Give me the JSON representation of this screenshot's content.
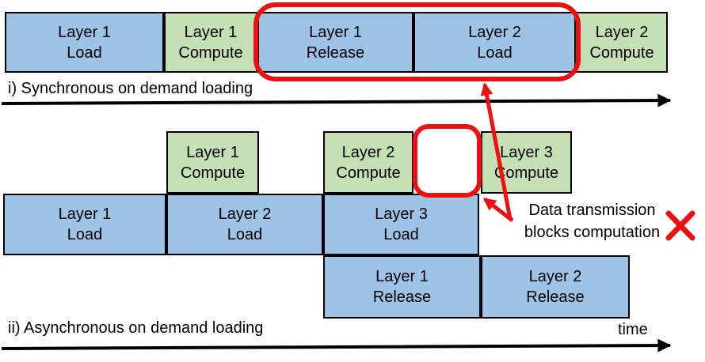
{
  "colors": {
    "load_release_fill": "#9DC3E6",
    "compute_fill": "#C5E0B4",
    "box_border": "#000000",
    "highlight_red": "#EE1010",
    "text": "#000000"
  },
  "sync": {
    "caption": "i) Synchronous on demand loading",
    "boxes": [
      {
        "line1": "Layer 1",
        "line2": "Load",
        "kind": "load"
      },
      {
        "line1": "Layer 1",
        "line2": "Compute",
        "kind": "compute"
      },
      {
        "line1": "Layer 1",
        "line2": "Release",
        "kind": "release"
      },
      {
        "line1": "Layer 2",
        "line2": "Load",
        "kind": "load"
      },
      {
        "line1": "Layer 2",
        "line2": "Compute",
        "kind": "compute"
      }
    ]
  },
  "async": {
    "caption": "ii) Asynchronous on demand loading",
    "compute_row": [
      {
        "line1": "Layer 1",
        "line2": "Compute"
      },
      {
        "line1": "Layer 2",
        "line2": "Compute"
      },
      {
        "line1": "Layer 3",
        "line2": "Compute"
      }
    ],
    "load_row": [
      {
        "line1": "Layer 1",
        "line2": "Load"
      },
      {
        "line1": "Layer 2",
        "line2": "Load"
      },
      {
        "line1": "Layer 3",
        "line2": "Load"
      }
    ],
    "release_row": [
      {
        "line1": "Layer 1",
        "line2": "Release"
      },
      {
        "line1": "Layer 2",
        "line2": "Release"
      }
    ]
  },
  "annotation": {
    "line1": "Data transmission",
    "line2": "blocks computation"
  },
  "axis": {
    "time_label": "time"
  }
}
